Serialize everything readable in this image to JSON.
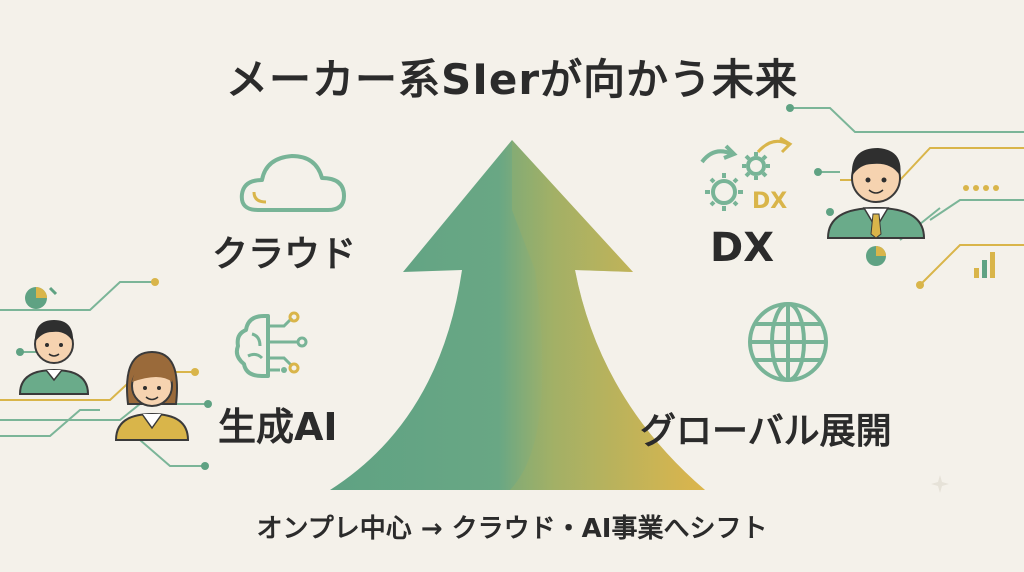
{
  "title": "メーカー系SIerが向かう未来",
  "labels": {
    "cloud": "クラウド",
    "dx": "DX",
    "ai": "生成AI",
    "global": "グローバル展開"
  },
  "icon_text": {
    "dx_badge": "DX"
  },
  "subtitle": "オンプレ中心 → クラウド・AI事業へシフト",
  "colors": {
    "background": "#f4f1ea",
    "green": "#5fa283",
    "gold": "#d9b54a",
    "text": "#2b2b2b"
  }
}
